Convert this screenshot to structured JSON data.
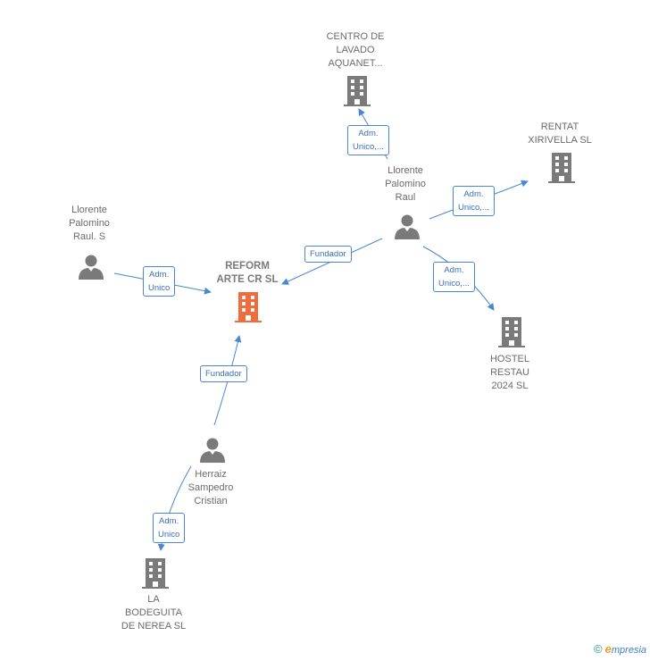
{
  "nodes": {
    "reform": {
      "label_lines": [
        "REFORM",
        "ARTE CR  SL"
      ],
      "type": "company",
      "color": "#f26b3a"
    },
    "centro": {
      "label_lines": [
        "CENTRO DE",
        "LAVADO",
        "AQUANET..."
      ],
      "type": "company",
      "color": "#7a7a7a"
    },
    "rentat": {
      "label_lines": [
        "RENTAT",
        "XIRIVELLA SL"
      ],
      "type": "company",
      "color": "#7a7a7a"
    },
    "hostel": {
      "label_lines": [
        "HOSTEL",
        "RESTAU",
        "2024  SL"
      ],
      "type": "company",
      "color": "#7a7a7a"
    },
    "bodeguita": {
      "label_lines": [
        "LA",
        "BODEGUITA",
        "DE NEREA  SL"
      ],
      "type": "company",
      "color": "#7a7a7a"
    },
    "llorente_raul": {
      "label_lines": [
        "Llorente",
        "Palomino",
        "Raul"
      ],
      "type": "person",
      "color": "#7a7a7a"
    },
    "llorente_raul_s": {
      "label_lines": [
        "Llorente",
        "Palomino",
        "Raul.  S"
      ],
      "type": "person",
      "color": "#7a7a7a"
    },
    "herraiz": {
      "label_lines": [
        "Herraiz",
        "Sampedro",
        "Cristian"
      ],
      "type": "person",
      "color": "#7a7a7a"
    }
  },
  "edges": [
    {
      "id": "e1",
      "from": "llorente_raul",
      "to": "centro",
      "label_lines": [
        "Adm.",
        "Unico,..."
      ]
    },
    {
      "id": "e2",
      "from": "llorente_raul",
      "to": "rentat",
      "label_lines": [
        "Adm.",
        "Unico,..."
      ]
    },
    {
      "id": "e3",
      "from": "llorente_raul",
      "to": "hostel",
      "label_lines": [
        "Adm.",
        "Unico,..."
      ]
    },
    {
      "id": "e4",
      "from": "llorente_raul",
      "to": "reform",
      "label_lines": [
        "Fundador"
      ]
    },
    {
      "id": "e5",
      "from": "llorente_raul_s",
      "to": "reform",
      "label_lines": [
        "Adm.",
        "Unico"
      ]
    },
    {
      "id": "e6",
      "from": "herraiz",
      "to": "reform",
      "label_lines": [
        "Fundador"
      ]
    },
    {
      "id": "e7",
      "from": "herraiz",
      "to": "bodeguita",
      "label_lines": [
        "Adm.",
        "Unico"
      ]
    }
  ],
  "colors": {
    "edge": "#4a86d4",
    "node": "#7a7a7a",
    "highlight": "#f26b3a"
  },
  "footer": {
    "copyright": "©",
    "brand_initial": "e",
    "brand_rest": "mpresia"
  }
}
